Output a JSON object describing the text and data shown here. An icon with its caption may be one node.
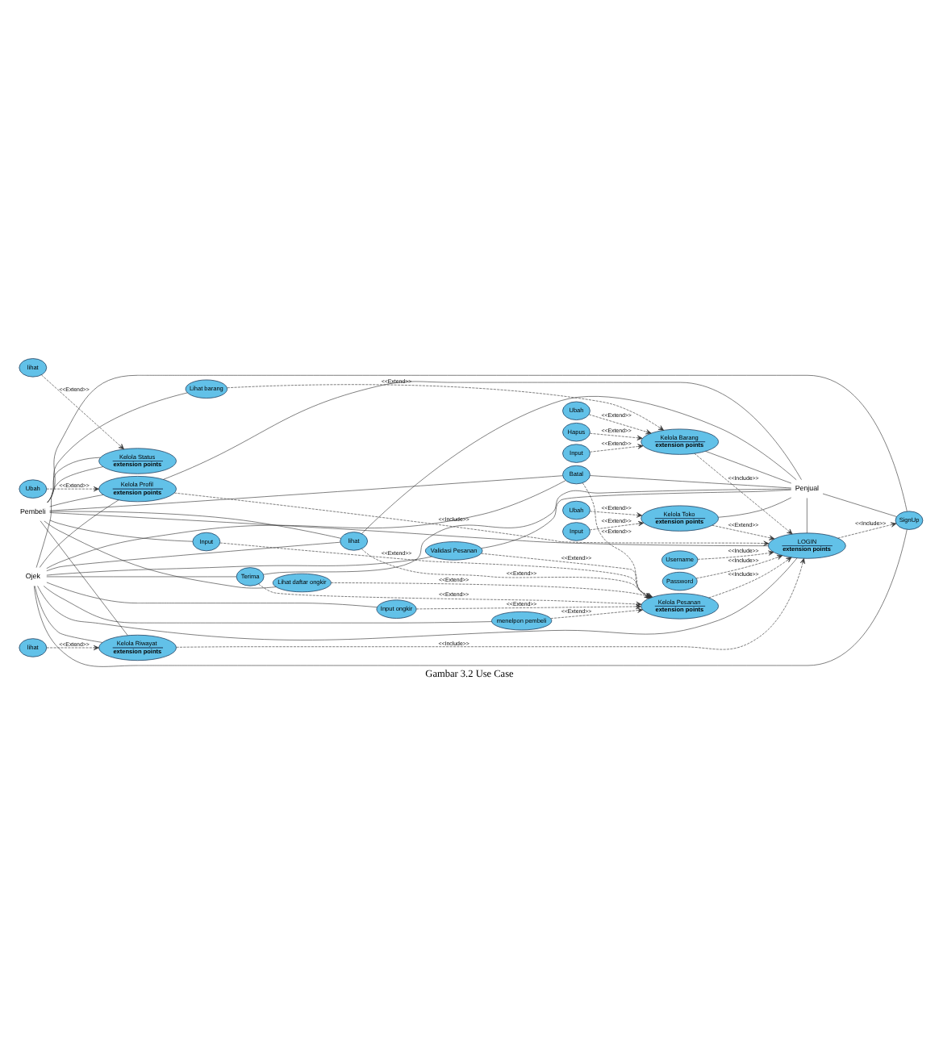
{
  "diagram": {
    "caption": "Gambar 3.2 Use Case",
    "nodes": [
      {
        "text": [
          "Kelola Status",
          "extension points"
        ]
      },
      {
        "text": [
          "lihat"
        ]
      },
      {
        "text": [
          "Input"
        ]
      },
      {
        "text": [
          "Ubah"
        ]
      },
      {
        "text": [
          "Lihat barang"
        ]
      },
      {
        "text": [
          "Username"
        ]
      },
      {
        "text": [
          "Password"
        ]
      },
      {
        "text": [
          "Hapus"
        ]
      },
      {
        "text": [
          "Kelola Barang",
          "extension points"
        ]
      },
      {
        "text": [
          "LOGIN",
          "extension points"
        ]
      },
      {
        "text": [
          "Pembeli"
        ]
      },
      {
        "text": [
          "Penjual"
        ]
      },
      {
        "text": [
          "SignUp"
        ]
      },
      {
        "text": [
          "Kelola Toko",
          "extension points"
        ]
      },
      {
        "text": [
          "Input"
        ]
      },
      {
        "text": [
          "Kelola Pesanan",
          "extension points"
        ]
      },
      {
        "text": [
          "Input"
        ]
      },
      {
        "text": [
          "Ubah"
        ]
      },
      {
        "text": [
          "Ojek"
        ]
      },
      {
        "text": [
          "Lihat daftar ongkir"
        ]
      },
      {
        "text": [
          "Batal"
        ]
      },
      {
        "text": [
          "Validasi Pesanan"
        ]
      },
      {
        "text": [
          "Input ongkir"
        ]
      },
      {
        "text": [
          "lihat"
        ]
      },
      {
        "text": [
          "menelpon pembeli"
        ]
      },
      {
        "text": [
          "Terima"
        ]
      },
      {
        "text": [
          "Kelola Profil",
          "extension points"
        ]
      },
      {
        "text": [
          "Ubah"
        ]
      },
      {
        "text": [
          "Kelola Riwayat",
          "extension points"
        ]
      },
      {
        "text": [
          "lihat"
        ]
      }
    ],
    "edges": [
      {
        "from": 1,
        "to": 0,
        "arrow": "to",
        "label": "<<Extend>>",
        "style": "dashed"
      },
      {
        "from": 4,
        "to": 8,
        "arrow": "to",
        "label": "<<Extend>>",
        "style": "dashed"
      },
      {
        "from": 2,
        "to": 8,
        "arrow": "to",
        "label": "<<Extend>>",
        "style": "dashed"
      },
      {
        "from": 3,
        "to": 8,
        "arrow": "to",
        "label": "<<Extend>>",
        "style": "dashed"
      },
      {
        "from": 7,
        "to": 8,
        "arrow": "to",
        "label": "<<Extend>>",
        "style": "dashed"
      },
      {
        "from": 5,
        "to": 9,
        "arrow": "to",
        "label": "<<Include>>",
        "style": "dashed"
      },
      {
        "from": 6,
        "to": 9,
        "arrow": "to",
        "label": "<<Include>>",
        "style": "dashed"
      },
      {
        "from": 8,
        "to": 9,
        "arrow": "to",
        "label": "<<Include>>",
        "style": "dashed"
      },
      {
        "from": 9,
        "to": 12,
        "arrow": "to",
        "label": "<<Include>>",
        "style": "dashed"
      },
      {
        "from": 13,
        "to": 9,
        "arrow": "to",
        "label": "<<Extend>>",
        "style": "dashed"
      },
      {
        "from": 15,
        "to": 9,
        "arrow": "to",
        "label": "<<Include>>",
        "style": "dashed"
      },
      {
        "from": 26,
        "to": 9,
        "arrow": "to",
        "label": "<<Include>>",
        "style": "dashed"
      },
      {
        "from": 28,
        "to": 9,
        "arrow": "to",
        "label": "<<Include>>",
        "style": "dashed"
      },
      {
        "from": 16,
        "to": 13,
        "arrow": "to",
        "label": "<<Extend>>",
        "style": "dashed"
      },
      {
        "from": 17,
        "to": 13,
        "arrow": "to",
        "label": "<<Extend>>",
        "style": "dashed"
      },
      {
        "from": 14,
        "to": 15,
        "arrow": "to",
        "label": "<<Extend>>",
        "style": "dashed"
      },
      {
        "from": 19,
        "to": 15,
        "arrow": "to",
        "label": "<<Extend>>",
        "style": "dashed"
      },
      {
        "from": 22,
        "to": 15,
        "arrow": "to",
        "label": "<<Extend>>",
        "style": "dashed"
      },
      {
        "from": 24,
        "to": 15,
        "arrow": "to",
        "label": "<<Extend>>",
        "style": "dashed"
      },
      {
        "from": 25,
        "to": 15,
        "arrow": "to",
        "label": "<<Extend>>",
        "style": "dashed"
      },
      {
        "from": 23,
        "to": 15,
        "arrow": "to",
        "label": "<<Extend>>",
        "style": "dashed"
      },
      {
        "from": 20,
        "to": 15,
        "arrow": "to",
        "label": "<<Extend>>",
        "style": "dashed"
      },
      {
        "from": 21,
        "to": 15,
        "arrow": "to",
        "label": "<<Extend>>",
        "style": "dashed"
      },
      {
        "from": 27,
        "to": 26,
        "arrow": "to",
        "label": "<<Extend>>",
        "style": "dashed"
      },
      {
        "from": 29,
        "to": 28,
        "arrow": "to",
        "label": "<<Extend>>",
        "style": "dashed"
      },
      {
        "from": 10,
        "to": 0,
        "arrow": "none"
      },
      {
        "from": 10,
        "to": 4,
        "arrow": "none"
      },
      {
        "from": 10,
        "to": 9,
        "arrow": "none"
      },
      {
        "from": 10,
        "to": 12,
        "arrow": "none"
      },
      {
        "from": 10,
        "to": 14,
        "arrow": "none"
      },
      {
        "from": 10,
        "to": 19,
        "arrow": "none"
      },
      {
        "from": 10,
        "to": 23,
        "arrow": "none"
      },
      {
        "from": 10,
        "to": 20,
        "arrow": "none"
      },
      {
        "from": 10,
        "to": 26,
        "arrow": "none"
      },
      {
        "from": 10,
        "to": 28,
        "arrow": "none"
      },
      {
        "from": 11,
        "to": 9,
        "arrow": "none"
      },
      {
        "from": 11,
        "to": 8,
        "arrow": "none"
      },
      {
        "from": 11,
        "to": 12,
        "arrow": "none"
      },
      {
        "from": 11,
        "to": 13,
        "arrow": "none"
      },
      {
        "from": 11,
        "to": 21,
        "arrow": "none"
      },
      {
        "from": 11,
        "to": 20,
        "arrow": "none"
      },
      {
        "from": 11,
        "to": 23,
        "arrow": "none"
      },
      {
        "from": 11,
        "to": 25,
        "arrow": "none"
      },
      {
        "from": 11,
        "to": 26,
        "arrow": "none"
      },
      {
        "from": 18,
        "to": 0,
        "arrow": "none"
      },
      {
        "from": 18,
        "to": 9,
        "arrow": "none"
      },
      {
        "from": 18,
        "to": 12,
        "arrow": "none"
      },
      {
        "from": 18,
        "to": 22,
        "arrow": "none"
      },
      {
        "from": 18,
        "to": 24,
        "arrow": "none"
      },
      {
        "from": 18,
        "to": 25,
        "arrow": "none"
      },
      {
        "from": 18,
        "to": 23,
        "arrow": "none"
      },
      {
        "from": 18,
        "to": 20,
        "arrow": "none"
      },
      {
        "from": 18,
        "to": 21,
        "arrow": "none"
      },
      {
        "from": 18,
        "to": 26,
        "arrow": "none"
      },
      {
        "from": 18,
        "to": 28,
        "arrow": "none"
      }
    ]
  }
}
